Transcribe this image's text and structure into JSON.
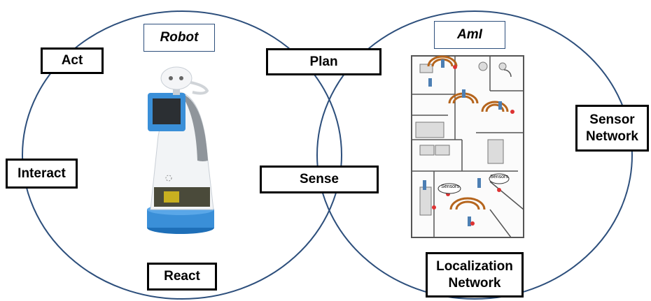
{
  "diagram": {
    "left_circle_title": "Robot",
    "right_circle_title": "AmI",
    "labels": {
      "act": "Act",
      "interact": "Interact",
      "react": "React",
      "plan": "Plan",
      "sense": "Sense",
      "sensor_network_line1": "Sensor",
      "sensor_network_line2": "Network",
      "localization_network_line1": "Localization",
      "localization_network_line2": "Network"
    },
    "floorplan_badges": [
      "Sensors",
      "Sensors"
    ]
  },
  "colors": {
    "circle_stroke": "#2d4f7c",
    "robot_blue": "#3a8fd8",
    "robot_white": "#f2f4f6",
    "wifi_orange": "#b5651d",
    "wall_gray": "#555555"
  },
  "icons": {
    "robot_image": "robot-illustration",
    "floorplan_image": "floorplan-illustration",
    "wifi": "wifi-signal-icon",
    "sensor": "sensor-node-icon"
  }
}
